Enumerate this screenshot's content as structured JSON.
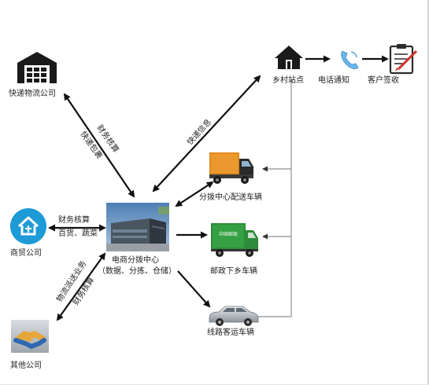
{
  "nodes": {
    "express_company": "快递物流公司",
    "village_station": "乡村站点",
    "phone_notice": "电话通知",
    "customer_sign": "客户签收",
    "distribution_vehicle": "分拨中心配送车辆",
    "postal_vehicle": "邮政下乡车辆",
    "passenger_vehicle": "线路客运车辆",
    "trade_company": "商贸公司",
    "ecommerce_center": "电商分拨中心",
    "ecommerce_center_sub": "（数据、分拣、仓储）",
    "other_company": "其他公司"
  },
  "edge_labels": {
    "finance_top": "财务核算",
    "express_parcel": "快递包裹",
    "express_info": "快递信息",
    "finance_mid": "财务核算",
    "goods": "百货、蔬菜",
    "logistics_service": "物流派送业务",
    "finance_bottom": "财务核算"
  },
  "truck_text": "中国邮政",
  "colors": {
    "arrow": "#111111",
    "line": "#8a8f95",
    "trade_icon": "#1e9ad6",
    "truck_cargo": "#e08a1e",
    "postal_green": "#2e8b3a"
  }
}
